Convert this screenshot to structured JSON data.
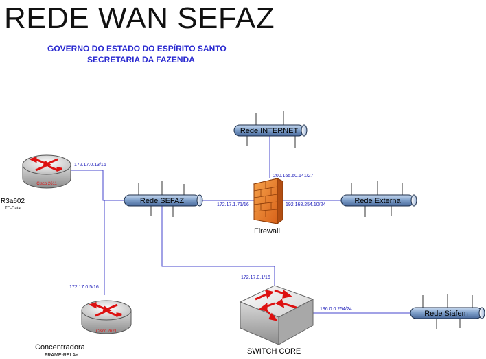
{
  "header": {
    "title": "REDE WAN SEFAZ",
    "subtitle_1": "GOVERNO DO ESTADO DO ESPÍRITO SANTO",
    "subtitle_2": "SECRETARIA DA FAZENDA"
  },
  "networks": {
    "internet": "Rede INTERNET",
    "sefaz": "Rede SEFAZ",
    "externa": "Rede Externa",
    "siafem": "Rede Siafem"
  },
  "devices": {
    "router_top_model": "Cisco 2611",
    "router_top_name": "R3a602",
    "router_top_sub": "TC-Data",
    "router_bottom_model": "Cisco 2621",
    "router_bottom_name": "Concentradora",
    "router_bottom_sub": "FRAME-RELAY",
    "firewall": "Firewall",
    "switch": "SWITCH CORE"
  },
  "addresses": {
    "r3a602": "172.17.0.13/16",
    "concentradora": "172.17.0.5/16",
    "fw_internal": "172.17.1.71/16",
    "fw_internet": "200.165.60.141/27",
    "fw_external": "192.168.254.10/24",
    "switch": "172.17.0.1/16",
    "siafem": "196.0.0.254/24"
  },
  "colors": {
    "link": "#4444cc",
    "address_text": "#2222bb",
    "subtitle": "#2a2ad0",
    "router_red": "#dd1111",
    "bus_fill": "#7d9ec9"
  }
}
